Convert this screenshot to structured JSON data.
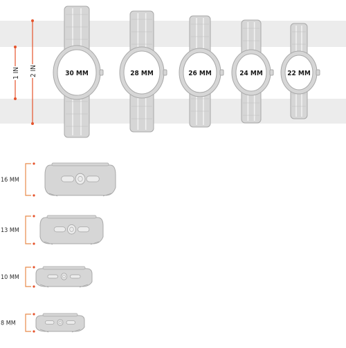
{
  "ruler": {
    "one_inch_label": "1 IN",
    "two_inch_label": "2 IN"
  },
  "watches": [
    {
      "label": "30 MM"
    },
    {
      "label": "28 MM"
    },
    {
      "label": "26 MM"
    },
    {
      "label": "24 MM"
    },
    {
      "label": "22 MM"
    }
  ],
  "profiles": [
    {
      "label": "16 MM"
    },
    {
      "label": "13 MM"
    },
    {
      "label": "10 MM"
    },
    {
      "label": "8 MM"
    }
  ],
  "colors": {
    "band_bg": "#ececec",
    "watch_fill": "#d6d6d6",
    "watch_stroke": "#a8a8a8",
    "accent_red": "#e5532c",
    "bracket_orange": "#e88a4a"
  }
}
